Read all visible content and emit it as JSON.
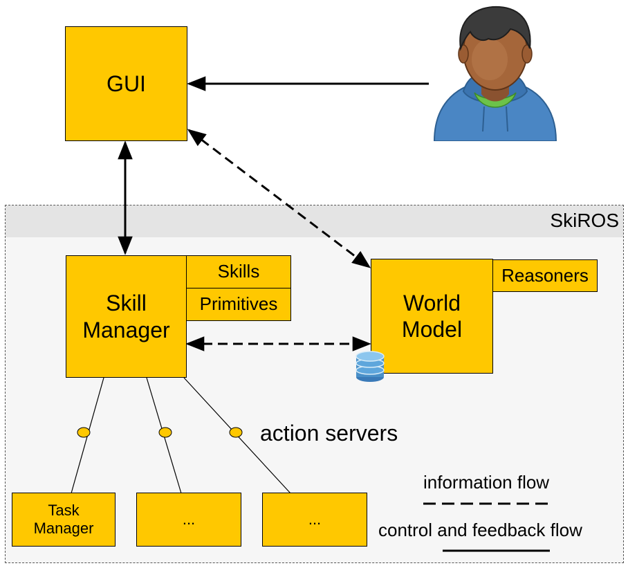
{
  "region": {
    "label": "SkiROS"
  },
  "boxes": {
    "gui": "GUI",
    "skill_manager_line1": "Skill",
    "skill_manager_line2": "Manager",
    "skills": "Skills",
    "primitives": "Primitives",
    "world_model_line1": "World",
    "world_model_line2": "Model",
    "reasoners": "Reasoners",
    "task_manager_line1": "Task",
    "task_manager_line2": "Manager",
    "placeholder_1": "...",
    "placeholder_2": "..."
  },
  "labels": {
    "action_servers": "action servers",
    "information_flow": "information flow",
    "control_flow": "control and feedback flow"
  },
  "colors": {
    "box_fill": "#FFC800",
    "region_fill": "#f6f6f6",
    "database": "#4a90c8",
    "user_shirt": "#4a86c4",
    "user_skin": "#a5663a"
  },
  "icons": [
    "user-icon",
    "database-icon"
  ]
}
